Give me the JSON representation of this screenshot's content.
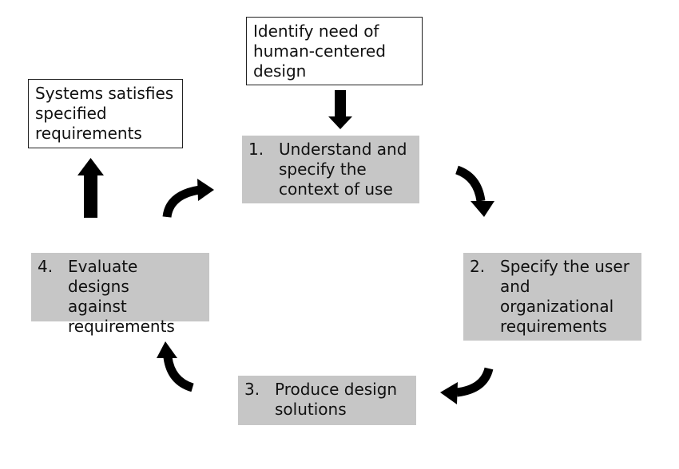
{
  "start_box": "Identify need of\nhuman-centered\ndesign",
  "end_box": "Systems satisfies\nspecified\nrequirements",
  "steps": [
    {
      "number": "1.",
      "text": "Understand and\nspecify the\ncontext of use"
    },
    {
      "number": "2.",
      "text": "Specify the user\nand\norganizational\nrequirements"
    },
    {
      "number": "3.",
      "text": "Produce design\nsolutions"
    },
    {
      "number": "4.",
      "text": "Evaluate designs\nagainst\nrequirements"
    }
  ],
  "colors": {
    "step_fill": "#c6c6c6",
    "arrow": "#000000",
    "outline": "#222222"
  }
}
